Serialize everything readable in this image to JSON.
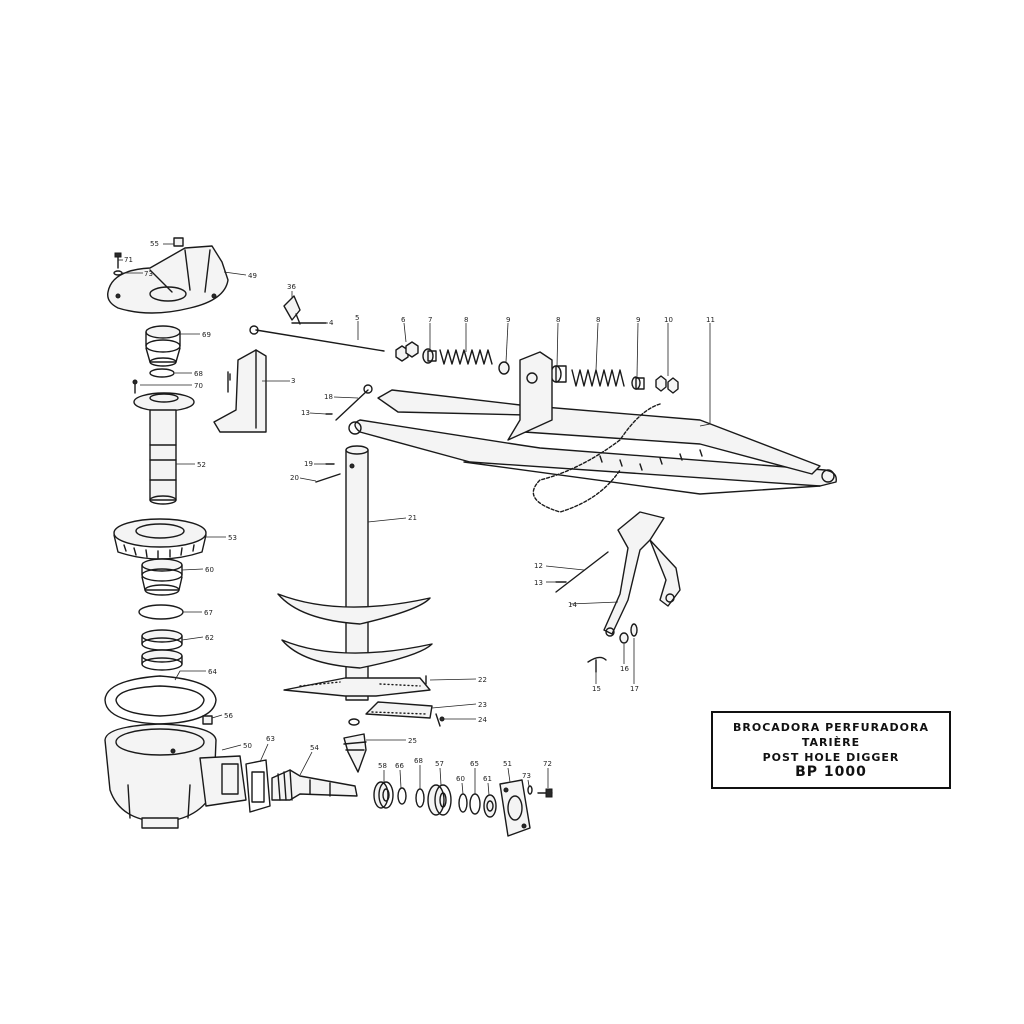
{
  "title_block": {
    "line1": "BROCADORA PERFURADORA",
    "line2": "TARIÈRE",
    "line3": "POST HOLE DIGGER",
    "model": "BP 1000"
  },
  "part_labels": [
    {
      "id": "l55",
      "text": "55"
    },
    {
      "id": "l71",
      "text": "71"
    },
    {
      "id": "l73a",
      "text": "73"
    },
    {
      "id": "l49",
      "text": "49"
    },
    {
      "id": "l69",
      "text": "69"
    },
    {
      "id": "l68",
      "text": "68"
    },
    {
      "id": "l70",
      "text": "70"
    },
    {
      "id": "l52",
      "text": "52"
    },
    {
      "id": "l53",
      "text": "53"
    },
    {
      "id": "l60",
      "text": "60"
    },
    {
      "id": "l67",
      "text": "67"
    },
    {
      "id": "l62",
      "text": "62"
    },
    {
      "id": "l64",
      "text": "64"
    },
    {
      "id": "l56",
      "text": "56"
    },
    {
      "id": "l50",
      "text": "50"
    },
    {
      "id": "l63",
      "text": "63"
    },
    {
      "id": "l54",
      "text": "54"
    },
    {
      "id": "l58",
      "text": "58"
    },
    {
      "id": "l66",
      "text": "66"
    },
    {
      "id": "l68b",
      "text": "68"
    },
    {
      "id": "l57",
      "text": "57"
    },
    {
      "id": "l60b",
      "text": "60"
    },
    {
      "id": "l65",
      "text": "65"
    },
    {
      "id": "l61",
      "text": "61"
    },
    {
      "id": "l51",
      "text": "51"
    },
    {
      "id": "l73b",
      "text": "73"
    },
    {
      "id": "l72",
      "text": "72"
    },
    {
      "id": "l36",
      "text": "36"
    },
    {
      "id": "l4",
      "text": "4"
    },
    {
      "id": "l5",
      "text": "5"
    },
    {
      "id": "l6",
      "text": "6"
    },
    {
      "id": "l7",
      "text": "7"
    },
    {
      "id": "l8a",
      "text": "8"
    },
    {
      "id": "l9a",
      "text": "9"
    },
    {
      "id": "l8b",
      "text": "8"
    },
    {
      "id": "l8c",
      "text": "8"
    },
    {
      "id": "l9b",
      "text": "9"
    },
    {
      "id": "l10",
      "text": "10"
    },
    {
      "id": "l11",
      "text": "11"
    },
    {
      "id": "l3",
      "text": "3"
    },
    {
      "id": "l18",
      "text": "18"
    },
    {
      "id": "l13",
      "text": "13"
    },
    {
      "id": "l19",
      "text": "19"
    },
    {
      "id": "l20",
      "text": "20"
    },
    {
      "id": "l21",
      "text": "21"
    },
    {
      "id": "l22",
      "text": "22"
    },
    {
      "id": "l23",
      "text": "23"
    },
    {
      "id": "l24",
      "text": "24"
    },
    {
      "id": "l25",
      "text": "25"
    },
    {
      "id": "l12",
      "text": "12"
    },
    {
      "id": "l13b",
      "text": "13"
    },
    {
      "id": "l14",
      "text": "14"
    },
    {
      "id": "l15",
      "text": "15"
    },
    {
      "id": "l16",
      "text": "16"
    },
    {
      "id": "l17",
      "text": "17"
    }
  ]
}
